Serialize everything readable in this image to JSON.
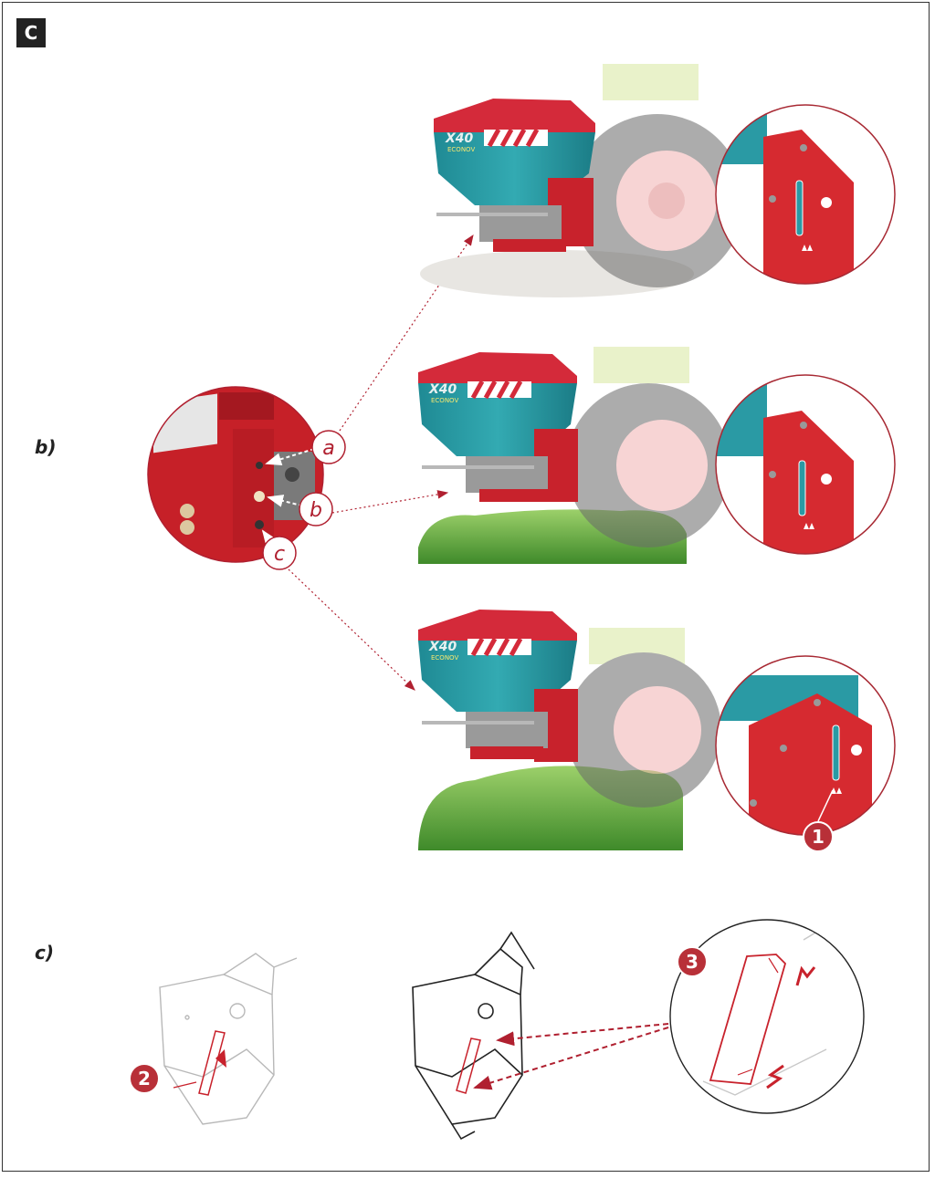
{
  "section": {
    "badge": "C"
  },
  "steps": {
    "b_label": "b)",
    "c_label": "c)"
  },
  "hole_labels": [
    "a",
    "b",
    "c"
  ],
  "spreader": {
    "brand_model": "X40",
    "brand_sub": "ECONOV"
  },
  "callouts": {
    "one": "1",
    "two": "2",
    "three": "3"
  },
  "icons": [
    "detail-magnifier-icon",
    "dotted-arrow-icon",
    "tractor-icon",
    "spreader-icon",
    "grass-icon",
    "rotation-arrow-icon"
  ],
  "colors": {
    "red": "#c8222c",
    "teal": "#2a9aa4",
    "dark_red": "#8c1a22",
    "callout": "#b83038",
    "grass": "#5aa43a"
  }
}
